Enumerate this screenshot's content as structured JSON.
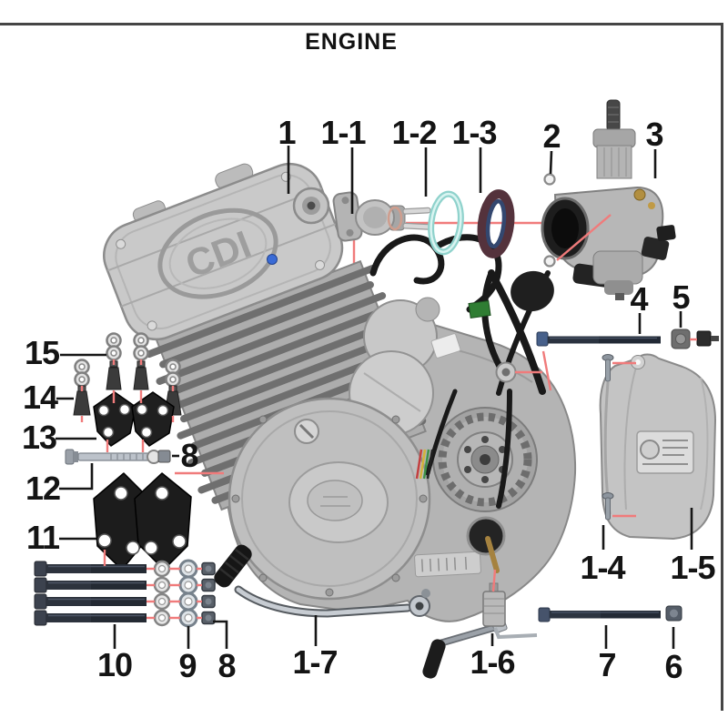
{
  "page": {
    "title": "ENGINE"
  },
  "engine": {
    "badge": "CDI"
  },
  "callouts": {
    "n1": "1",
    "n1_1": "1-1",
    "n1_2": "1-2",
    "n1_3": "1-3",
    "n2": "2",
    "n3": "3",
    "n4": "4",
    "n5": "5",
    "n15": "15",
    "n14": "14",
    "n13": "13",
    "n12": "12",
    "n11": "11",
    "n8_mid": "8",
    "n10": "10",
    "n9": "9",
    "n8_bottom": "8",
    "n1_7": "1-7",
    "n1_6": "1-6",
    "n7": "7",
    "n6": "6",
    "n1_4": "1-4",
    "n1_5": "1-5"
  },
  "colors": {
    "callout_text": "#141414",
    "leader_line": "#161616",
    "connector_line": "#f07b7b",
    "page_rule": "#454545",
    "gasket_teal": "#8fd2cc",
    "insulator_outer": "#54323c",
    "insulator_inner": "#33476f",
    "engine_metal": "#b7b7b7"
  }
}
